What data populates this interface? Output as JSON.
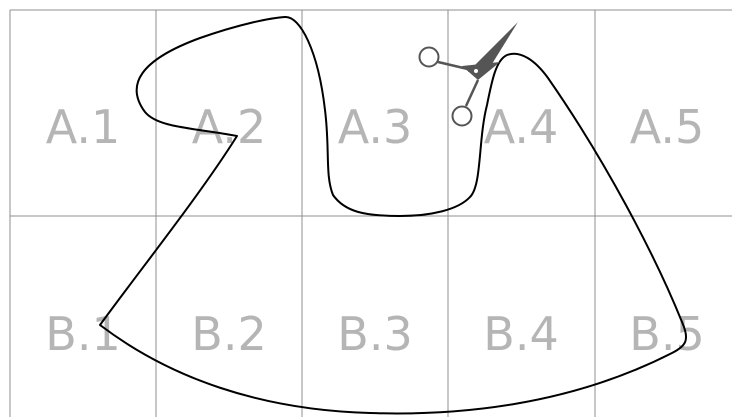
{
  "grid": {
    "rows": [
      {
        "cells": [
          {
            "label": "A.1"
          },
          {
            "label": "A.2"
          },
          {
            "label": "A.3"
          },
          {
            "label": "A.4"
          },
          {
            "label": "A.5"
          }
        ]
      },
      {
        "cells": [
          {
            "label": "B.1"
          },
          {
            "label": "B.2"
          },
          {
            "label": "B.3"
          },
          {
            "label": "B.4"
          },
          {
            "label": "B.5"
          }
        ]
      }
    ]
  },
  "colors": {
    "label": "#b5b5b5",
    "grid": "#8f8f8f",
    "outline": "#000000",
    "scissors_blade": "#555555"
  },
  "icons": {
    "cut_marker": "scissors-icon"
  }
}
